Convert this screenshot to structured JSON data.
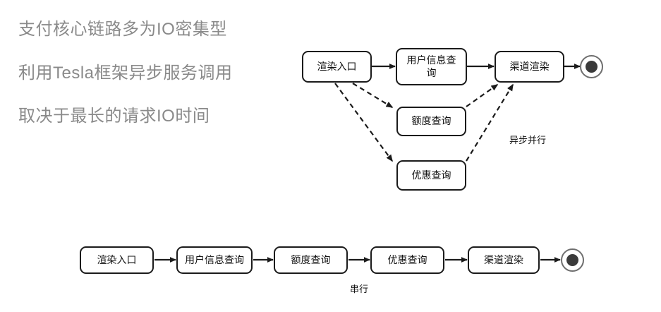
{
  "slide": {
    "background_color": "#ffffff"
  },
  "bullets": {
    "text_color": "#8a8a8a",
    "items": [
      "支付核心链路多为IO密集型",
      "利用Tesla框架异步服务调用",
      "取决于最长的请求IO时间"
    ]
  },
  "diagrams": [
    {
      "id": "async-parallel",
      "annotation": "异步并行",
      "edge_style": {
        "solid_color": "#1b1b1b",
        "dashed_color": "#1b1b1b",
        "dash_pattern": "7 5"
      },
      "nodes": [
        {
          "id": "entry",
          "label": "渲染入口",
          "wrapped": false
        },
        {
          "id": "userinfo",
          "label": "用户信息查询",
          "wrapped": true,
          "line1": "用户信息查",
          "line2": "询"
        },
        {
          "id": "quota",
          "label": "额度查询",
          "wrapped": false
        },
        {
          "id": "coupon",
          "label": "优惠查询",
          "wrapped": false
        },
        {
          "id": "channel",
          "label": "渠道渲染",
          "wrapped": false
        },
        {
          "id": "end",
          "label": "",
          "type": "final-state"
        }
      ],
      "edges": [
        {
          "from": "entry",
          "to": "userinfo",
          "style": "solid"
        },
        {
          "from": "userinfo",
          "to": "channel",
          "style": "solid"
        },
        {
          "from": "entry",
          "to": "quota",
          "style": "dashed"
        },
        {
          "from": "entry",
          "to": "coupon",
          "style": "dashed"
        },
        {
          "from": "quota",
          "to": "channel",
          "style": "dashed"
        },
        {
          "from": "coupon",
          "to": "channel",
          "style": "dashed"
        },
        {
          "from": "channel",
          "to": "end",
          "style": "solid"
        }
      ]
    },
    {
      "id": "serial",
      "annotation": "串行",
      "edge_style": {
        "solid_color": "#1b1b1b",
        "dashed_color": "#1b1b1b",
        "dash_pattern": "7 5"
      },
      "nodes": [
        {
          "id": "entry",
          "label": "渲染入口",
          "wrapped": false
        },
        {
          "id": "userinfo",
          "label": "用户信息查询",
          "wrapped": false
        },
        {
          "id": "quota",
          "label": "额度查询",
          "wrapped": false
        },
        {
          "id": "coupon",
          "label": "优惠查询",
          "wrapped": false
        },
        {
          "id": "channel",
          "label": "渠道渲染",
          "wrapped": false
        },
        {
          "id": "end",
          "label": "",
          "type": "final-state"
        }
      ],
      "edges": [
        {
          "from": "entry",
          "to": "userinfo",
          "style": "solid"
        },
        {
          "from": "userinfo",
          "to": "quota",
          "style": "solid"
        },
        {
          "from": "quota",
          "to": "coupon",
          "style": "solid"
        },
        {
          "from": "coupon",
          "to": "channel",
          "style": "solid"
        },
        {
          "from": "channel",
          "to": "end",
          "style": "solid"
        }
      ]
    }
  ]
}
